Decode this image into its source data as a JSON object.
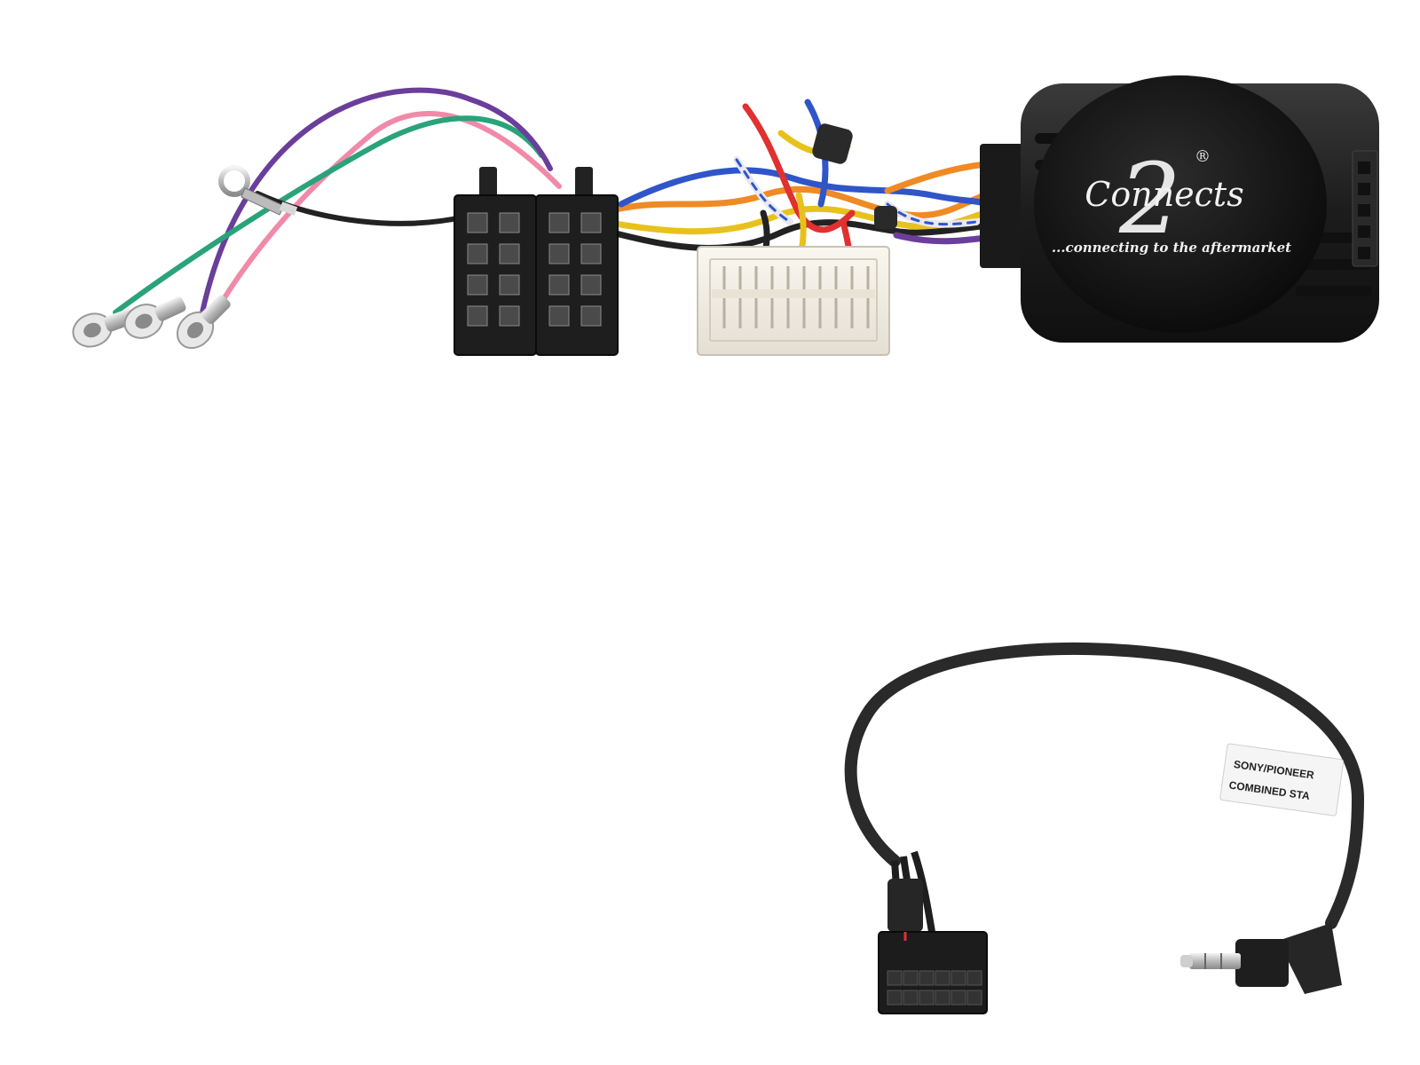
{
  "module": {
    "brand_digit": "2",
    "brand_word": "Connects",
    "registered_mark": "®",
    "tagline": "...connecting to the aftermarket"
  },
  "lead_label": {
    "line1": "SONY/PIONEER",
    "line2": "COMBINED STA"
  },
  "colors": {
    "background": "#ffffff",
    "housing": "#1f1f1f",
    "connector_white": "#f2eee6",
    "wire_purple": "#6a3e9a",
    "wire_pink": "#f08aa8",
    "wire_green": "#2aa37a",
    "wire_black": "#222222",
    "wire_orange": "#f08a24",
    "wire_blue": "#2f55c9",
    "wire_red": "#e03030",
    "wire_yellow": "#e8c21c",
    "wire_white": "#e8e8f0"
  }
}
